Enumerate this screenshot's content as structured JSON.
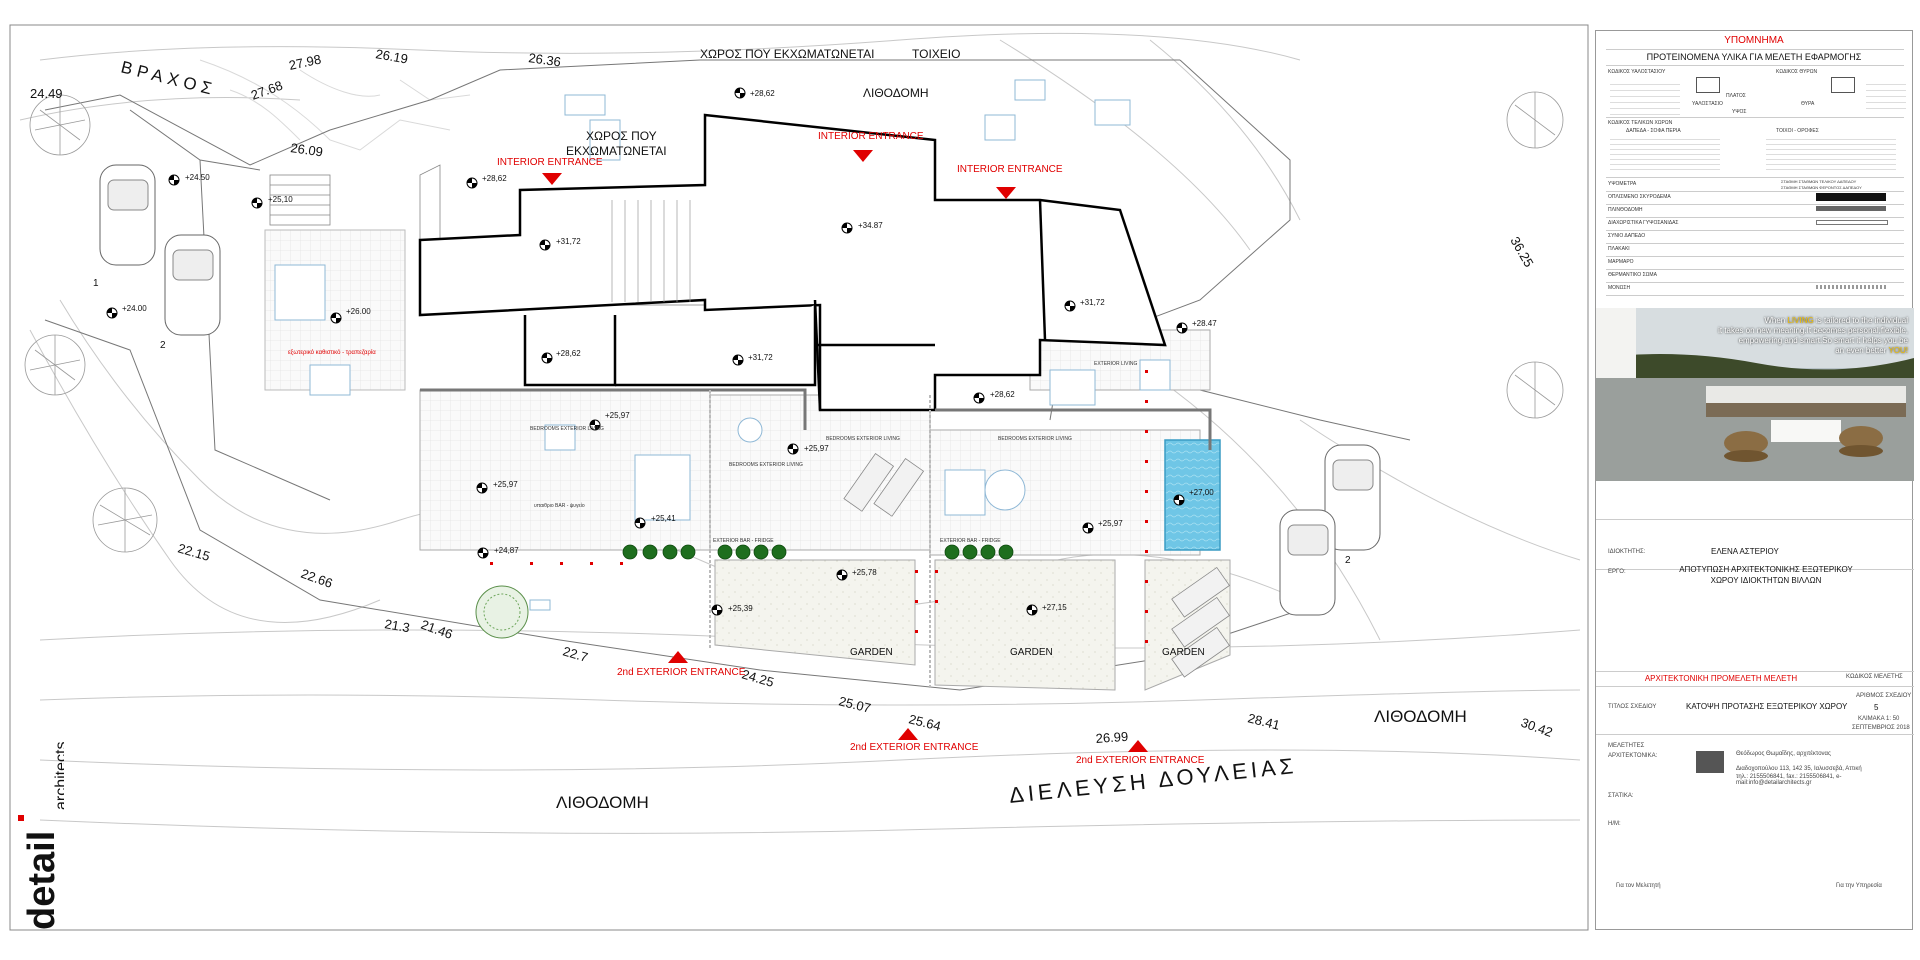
{
  "plan": {
    "top_labels": {
      "embankment_top": "ΧΩΡΟΣ ΠΟΥ ΕΚΧΩΜΑΤΩΝΕΤΑΙ",
      "wall": "ΤΟΙΧΕΙΟ",
      "stone_top": "ΛΙΘΟΔΟΜΗ",
      "embankment_mid_1": "ΧΩΡΟΣ ΠΟΥ",
      "embankment_mid_2": "ΕΚΧΩΜΑΤΩΝΕΤΑΙ",
      "rock": "ΒΡΑΧΟΣ"
    },
    "bottom_labels": {
      "stone_bottom": "ΛΙΘΟΔΟΜΗ",
      "stone_right": "ΛΙΘΟΔΟΜΗ",
      "work_passage": "ΔΙΕΛΕΥΣΗ ΔΟΥΛΕΙΑΣ"
    },
    "entrances": {
      "interior_1": "INTERIOR ENTRANCE",
      "interior_2": "INTERIOR ENTRANCE",
      "interior_3": "INTERIOR ENTRANCE",
      "exterior_1": "2nd EXTERIOR ENTRANCE",
      "exterior_2": "2nd EXTERIOR ENTRANCE",
      "exterior_3": "2nd EXTERIOR ENTRANCE"
    },
    "zones": {
      "garden_1": "GARDEN",
      "garden_2": "GARDEN",
      "garden_3": "GARDEN",
      "bedrooms_living_1": "BEDROOMS EXTERIOR LIVING",
      "bedrooms_living_2": "BEDROOMS EXTERIOR LIVING",
      "bedrooms_living_3": "BEDROOMS EXTERIOR LIVING",
      "bedrooms_living_4": "BEDROOMS EXTERIOR LIVING",
      "exterior_living": "EXTERIOR LIVING",
      "bar_1": "EXTERIOR BAR - FRIDGE",
      "bar_2": "EXTERIOR BAR - FRIDGE",
      "outdoor_seating": "εξωτερικό καθιστικό - τραπεζαρία",
      "bar_small": "υπαιθριο BAR - ψυγείο"
    },
    "levels": {
      "l1": "+28,62",
      "l2": "+28,62",
      "l3": "+31,72",
      "l4": "+34.87",
      "l5": "+31,72",
      "l6": "+28,62",
      "l7": "+31,72",
      "l8": "+28.47",
      "l9": "+28,62",
      "l10": "+24.50",
      "l11": "+25,10",
      "l12": "+24.00",
      "l13": "+26.00",
      "l14": "+25,97",
      "l15": "+25,97",
      "l16": "+25,97",
      "l17": "+25,41",
      "l18": "+24,87",
      "l19": "+25,78",
      "l20": "+25,39",
      "l21": "+25,97",
      "l22": "+27,15",
      "l23": "+27,00"
    },
    "contours": {
      "c1": "24.49",
      "c2": "27.98",
      "c3": "26.19",
      "c4": "26.36",
      "c5": "27.68",
      "c6": "26.09",
      "c7": "36.25",
      "c8": "22.15",
      "c9": "22.66",
      "c10": "21.3",
      "c11": "21.46",
      "c12": "22.7",
      "c13": "24.25",
      "c14": "25.07",
      "c15": "25.64",
      "c16": "26.99",
      "c17": "28.41",
      "c18": "30.42"
    },
    "parking": {
      "p1": "1",
      "p2": "2",
      "p3": "2"
    }
  },
  "logo": {
    "brand": "detail",
    "suffix": "architects"
  },
  "panel": {
    "legend_title": "ΥΠΟΜΝΗΜΑ",
    "materials_title": "ΠΡΟΤΕΙΝΟΜΕΝΑ ΥΛΙΚΑ ΓΙΑ ΜΕΛΕΤΗ ΕΦΑΡΜΟΓΗΣ",
    "codes": {
      "glazing_code": "ΚΩΔΙΚΟΣ ΥΑΛΟΣΤΑΣΙΟΥ",
      "door_code": "ΚΩΔΙΚΟΣ ΘΥΡΩΝ",
      "space_code": "ΚΩΔΙΚΟΣ ΤΕΛΙΚΩΝ ΧΩΡΩΝ",
      "floor_heading": "ΔΑΠΕΔΑ - ΣΟΦΑ ΠΕΡΙΑ",
      "wall_heading": "ΤΟΙΧΟΙ - ΟΡΟΦΕΣ",
      "glazing": "ΥΑΛΟΣΤΑΣΙΟ",
      "door": "ΘΥΡΑ",
      "width": "ΠΛΑΤΟΣ",
      "height": "ΥΨΟΣ"
    },
    "material_rows": [
      "ΥΨΟΜΕΤΡΑ",
      "ΟΠΛΙΣΜΕΝΟ ΣΚΥΡΟΔΕΜΑ",
      "ΠΛΙΝΘΟΔΟΜΗ",
      "ΔΙΑΧΩΡΙΣΤΙΚΑ ΓΥΨΟΣΑΝΙΔΑΣ",
      "ΣΥΝΙΟ ΔΑΠΕΔΟ",
      "ΠΛΑΚΑΚΙ",
      "ΜΑΡΜΑΡΟ",
      "ΘΕΡΜΑΝΤΙΚΟ ΣΩΜΑ",
      "ΜΟΝΩΣΗ"
    ],
    "level_notes": {
      "final_floor": "ΣΤΑΘΜΗ ΣΤΑΘΜΩΝ ΤΕΛΙΚΟΥ ΔΑΠΕΔΟΥ",
      "rough_floor": "ΣΤΑΘΜΗ ΣΤΑΘΜΩΝ ΦΕΡΟΝΤΟΣ ΔΑΠΕΔΟΥ"
    },
    "photo_text": {
      "l1a": "When",
      "l1b": "LIVING",
      "l1c": "is tailored to the individual",
      "l2": "it takes on new meaning.It becomes personal,flexible,",
      "l3": "empowering and smart.So smart it helps you be",
      "l4a": "an even better",
      "l4b": "YOU!"
    },
    "owner_label": "ΙΔΙΟΚΤΗΤΗΣ:",
    "owner_value": "ΕΛΕΝΑ ΑΣΤΕΡΙΟΥ",
    "project_label": "ΕΡΓΟ:",
    "project_line1": "ΑΠΟΤΥΠΩΣΗ ΑΡΧΙΤΕΚΤΟΝΙΚΗΣ ΕΞΩΤΕΡΙΚΟΥ",
    "project_line2": "ΧΩΡΟΥ ΙΔΙΟΚΤΗΤΩΝ ΒΙΛΛΩΝ",
    "study_title": "ΑΡΧΙΤΕΚΤΟΝΙΚΗ ΠΡΟΜΕΛΕΤΗ ΜΕΛΕΤΗ",
    "study_code_label": "ΚΩΔΙΚΟΣ ΜΕΛΕΤΗΣ",
    "drawing_label": "ΤΙΤΛΟΣ ΣΧΕΔΙΟΥ",
    "drawing_title": "ΚΑΤΟΨΗ ΠΡΟΤΑΣΗΣ ΕΞΩΤΕΡΙΚΟΥ ΧΩΡΟΥ",
    "drawing_no_label": "ΑΡΙΘΜΟΣ ΣΧΕΔΙΟΥ",
    "drawing_no": "5",
    "scale": "ΚΛΙΜΑΚΑ 1: 50",
    "date": "ΣΕΠΤΕΜΒΡΙΟΣ 2018",
    "designers_label": "ΜΕΛΕΤΗΤΕΣ",
    "architect_label": "ΑΡΧΙΤΕΚΤΟΝΙΚΑ:",
    "architect_name": "Θεόδωρος Θωμαΐδης, αρχιτέκτονας",
    "address": "Διαδοχοπούλου 113, 142 35, Ιαλυσσεβά, Αττική",
    "contact": "τηλ.: 2155506841, fax.: 2155506841, e-mail:info@detailarchitects.gr",
    "static_label": "ΣΤΑΤΙΚΑ:",
    "mech_label": "Η/Μ:",
    "sign_left": "Για τον Μελετητή",
    "sign_right": "Για την Υπηρεσία"
  }
}
